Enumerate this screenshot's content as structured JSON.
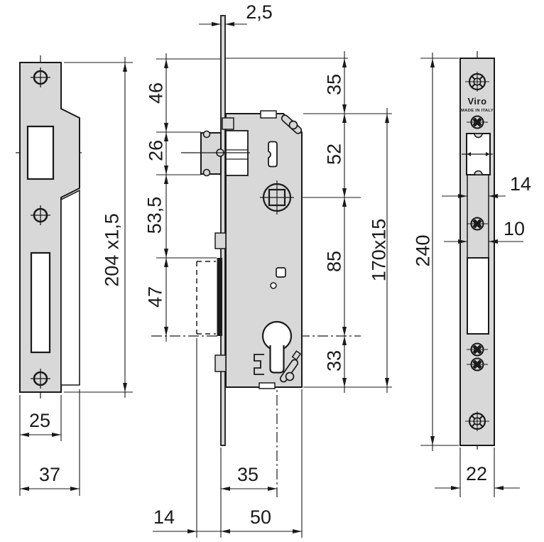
{
  "drawing": {
    "type": "mortise-gate-lock technical drawing",
    "views": {
      "left": "strike-plate front view",
      "middle": "lock body side view",
      "right": "faceplate front view"
    },
    "colors": {
      "line": "#1a1a1a",
      "fill": "#d8d8d8",
      "background": "#ffffff"
    }
  },
  "brand": {
    "logo": "Viro",
    "made_in": "MADE IN ITALY"
  },
  "dims": {
    "strike": {
      "length": "204 x1,5",
      "width_inner": "25",
      "width_outer": "37"
    },
    "body": {
      "faceplate_thickness": "2,5",
      "left_46": "46",
      "left_26": "26",
      "left_53_5": "53,5",
      "left_47": "47",
      "right_35": "35",
      "right_52": "52",
      "right_85": "85",
      "right_33": "33",
      "case_size": "170x15",
      "backset_35": "35",
      "depth_50": "50",
      "offset_14": "14"
    },
    "faceplate": {
      "length": "240",
      "latch_width": "14",
      "bolt_width": "10",
      "width": "22"
    }
  }
}
